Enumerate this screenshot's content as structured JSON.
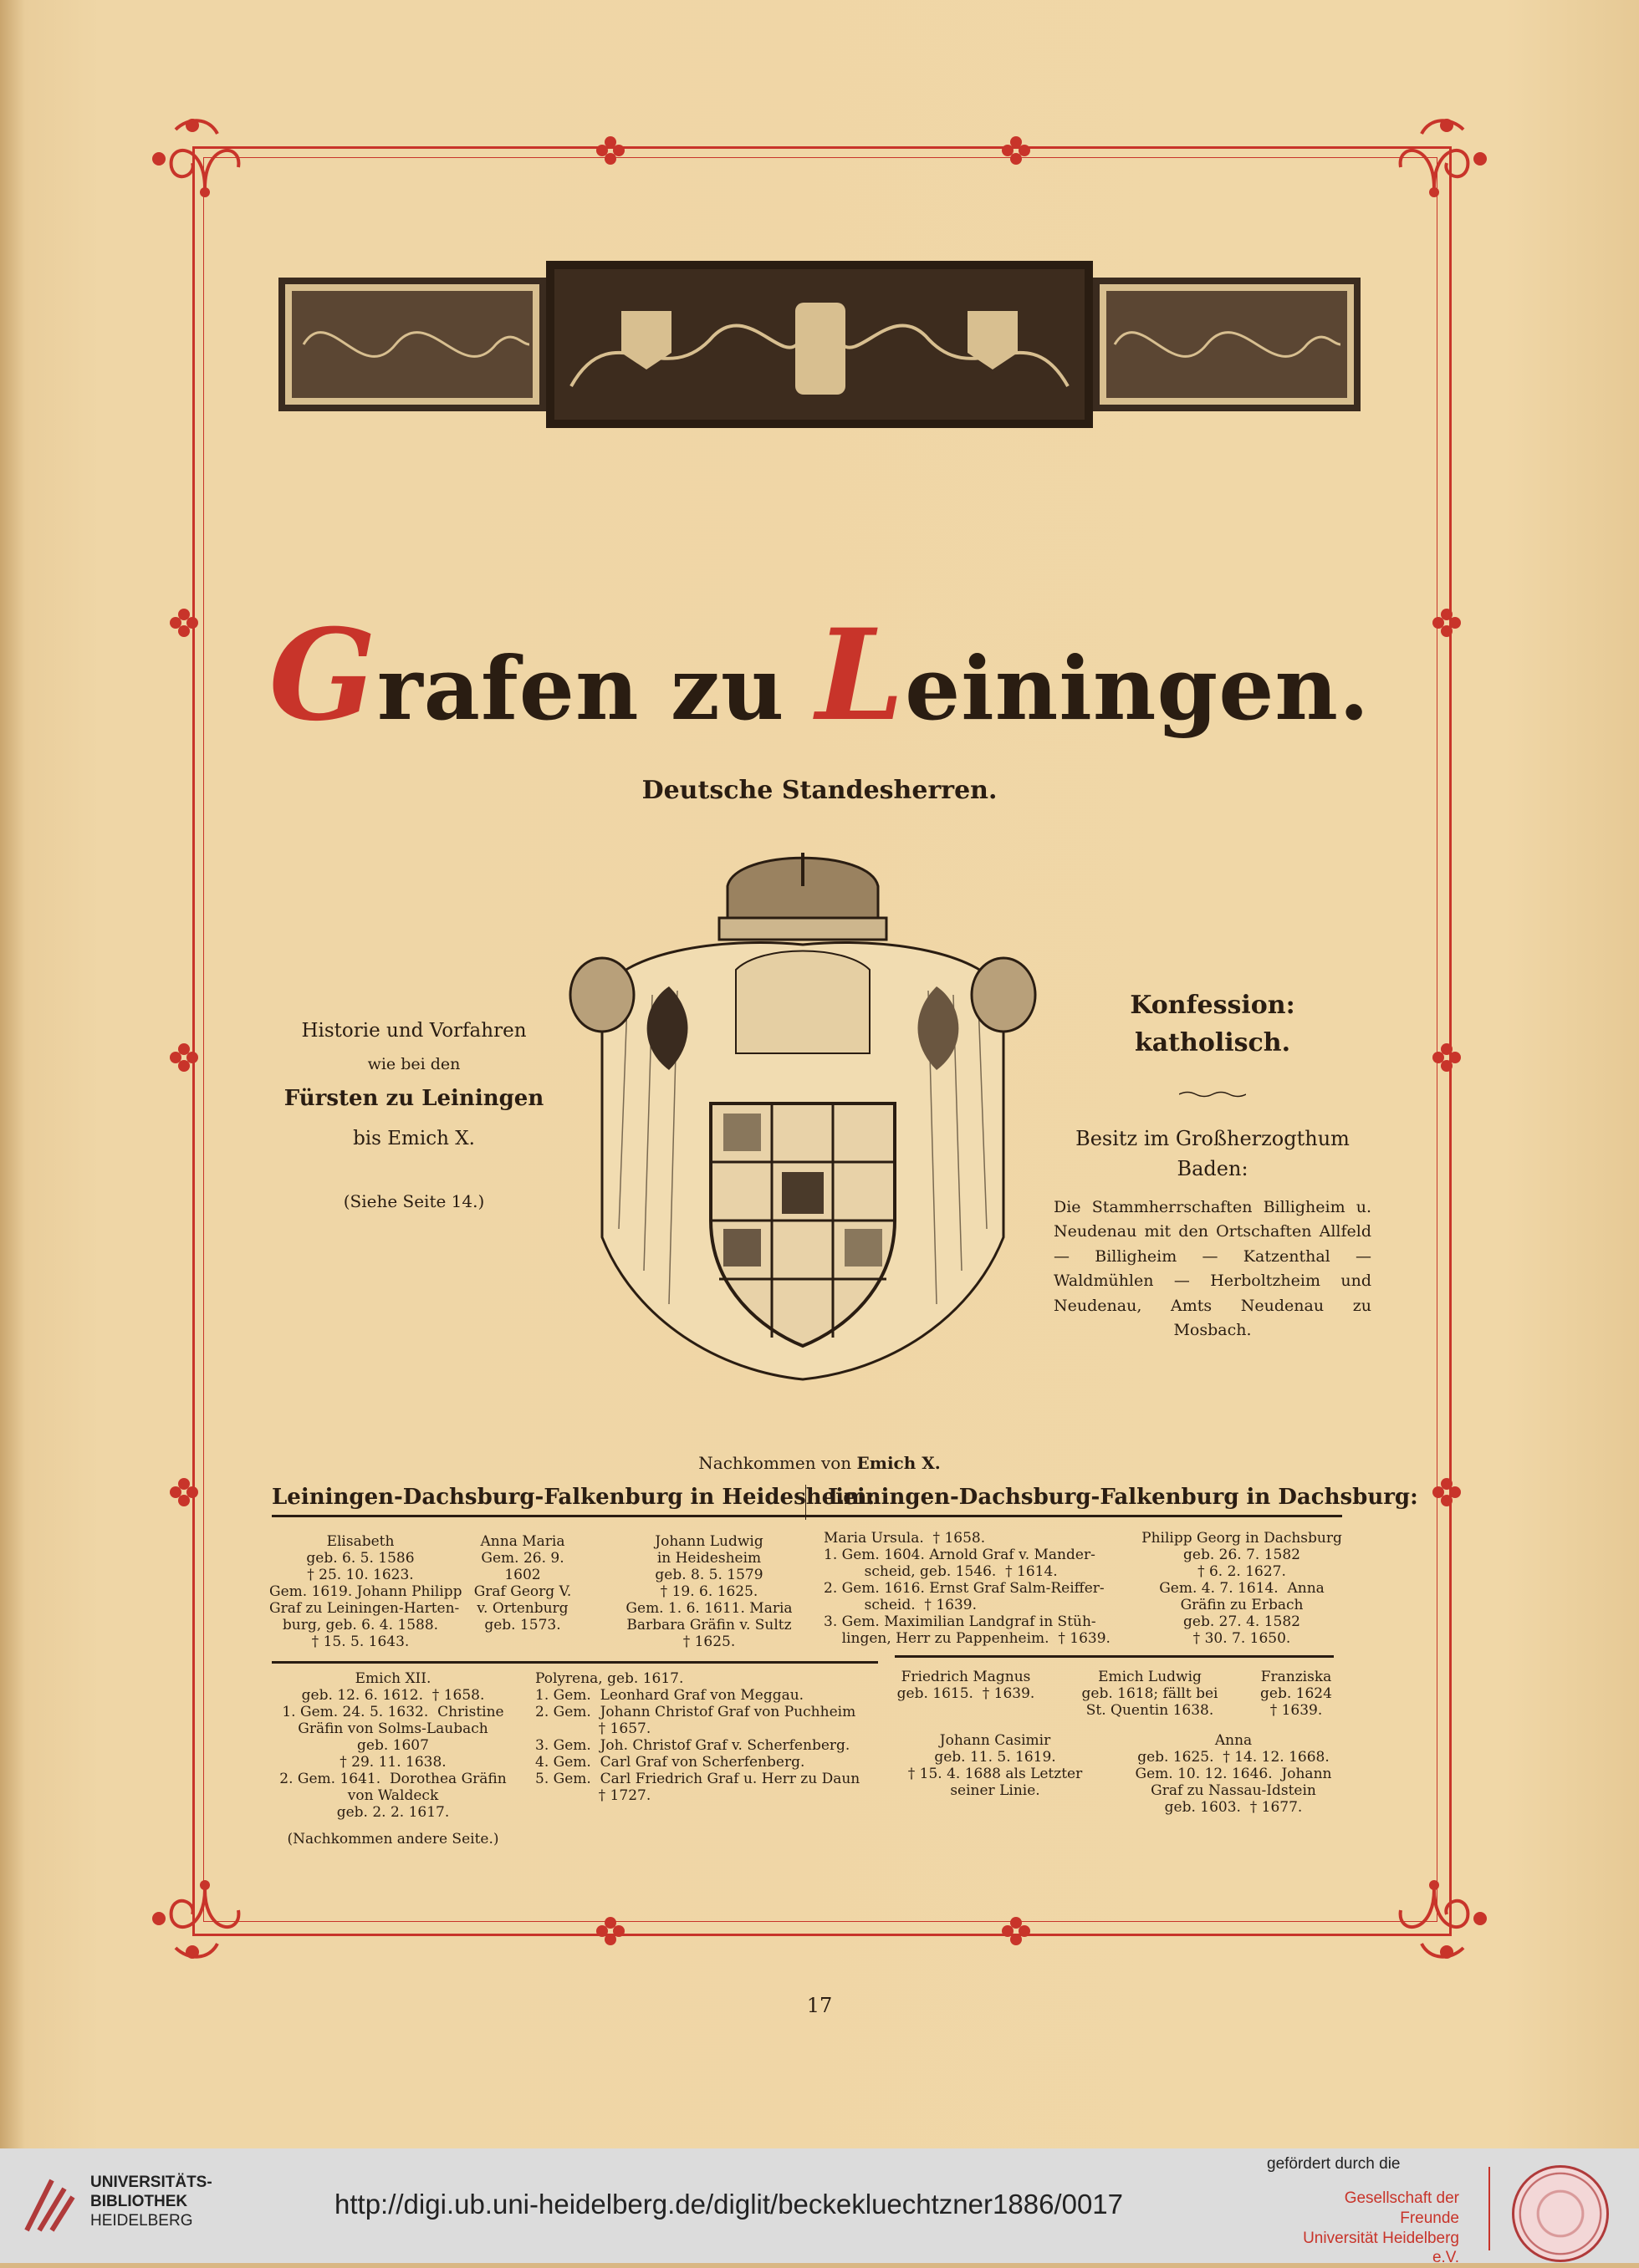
{
  "title": {
    "cap1": "G",
    "rest1": "rafen zu ",
    "cap2": "L",
    "rest2": "einingen."
  },
  "subtitle": "Deutsche Standesherren.",
  "left": {
    "l1": "Historie und Vorfahren",
    "l2": "wie bei den",
    "l3": "Fürsten zu Leiningen",
    "l4": "bis Emich X.",
    "l5": "(Siehe Seite 14.)"
  },
  "right": {
    "head": "Konfession: katholisch.",
    "sub1": "Besitz im Großherzogthum",
    "sub2": "Baden:",
    "body": "Die Stammherrschaften Billigheim u. Neudenau mit den Ortschaften Allfeld — Billigheim — Katzenthal — Waldmühlen — Herboltzheim und Neudenau, Amts Neudenau zu Mosbach."
  },
  "nachkommen": {
    "prefix": "Nachkommen von ",
    "name": "Emich X."
  },
  "headers": {
    "left": "Leiningen-Dachsburg-Falkenburg in Heidesheim:",
    "right": "Leiningen-Dachsburg-Falkenburg in Dachsburg:"
  },
  "blocks": {
    "b1": "Elisabeth\ngeb. 6. 5. 1586\n† 25. 10. 1623.\nGem. 1619. Johann Philipp\nGraf zu Leiningen-Harten-\nburg, geb. 6. 4. 1588.\n† 15. 5. 1643.",
    "b2": "Anna Maria\nGem. 26. 9.\n1602\nGraf Georg V.\nv. Ortenburg\ngeb. 1573.",
    "b3": "Johann Ludwig\nin Heidesheim\ngeb. 8. 5. 1579\n† 19. 6. 1625.\nGem. 1. 6. 1611. Maria\nBarbara Gräfin v. Sultz\n† 1625.",
    "b4": "Maria Ursula.  † 1658.\n1. Gem. 1604. Arnold Graf v. Mander-\n         scheid, geb. 1546.  † 1614.\n2. Gem. 1616. Ernst Graf Salm-Reiffer-\n         scheid.  † 1639.\n3. Gem. Maximilian Landgraf in Stüh-\n    lingen, Herr zu Pappenheim.  † 1639.",
    "b5": "Philipp Georg in Dachsburg\ngeb. 26. 7. 1582\n† 6. 2. 1627.\nGem. 4. 7. 1614.  Anna\nGräfin zu Erbach\ngeb. 27. 4. 1582\n† 30. 7. 1650.",
    "b6": "Emich XII.\ngeb. 12. 6. 1612.  † 1658.\n1. Gem. 24. 5. 1632.  Christine\nGräfin von Solms-Laubach\ngeb. 1607\n† 29. 11. 1638.\n2. Gem. 1641.  Dorothea Gräfin\nvon Waldeck\ngeb. 2. 2. 1617.",
    "b6note": "(Nachkommen andere Seite.)",
    "b7": "Polyrena, geb. 1617.\n1. Gem.  Leonhard Graf von Meggau.\n2. Gem.  Johann Christof Graf von Puchheim\n              † 1657.\n3. Gem.  Joh. Christof Graf v. Scherfenberg.\n4. Gem.  Carl Graf von Scherfenberg.\n5. Gem.  Carl Friedrich Graf u. Herr zu Daun\n              † 1727.",
    "b8": "Friedrich Magnus\ngeb. 1615.  † 1639.",
    "b9": "Emich Ludwig\ngeb. 1618; fällt bei\nSt. Quentin 1638.",
    "b10": "Franziska\ngeb. 1624\n† 1639.",
    "b11": "Johann Casimir\ngeb. 11. 5. 1619.\n† 15. 4. 1688 als Letzter\nseiner Linie.",
    "b12": "Anna\ngeb. 1625.  † 14. 12. 1668.\nGem. 10. 12. 1646.  Johann\nGraf zu Nassau-Idstein\ngeb. 1603.  † 1677."
  },
  "page_number": "17",
  "footer": {
    "lib1": "UNIVERSITÄTS-",
    "lib2": "BIBLIOTHEK",
    "lib3": "HEIDELBERG",
    "url": "http://digi.ub.uni-heidelberg.de/diglit/beckekluechtzner1886/0017",
    "sponsor": "gefördert durch die",
    "gdf1": "Gesellschaft der Freunde",
    "gdf2": "Universität Heidelberg e.V."
  },
  "colors": {
    "accent_red": "#c8342a",
    "ink": "#2a1d12",
    "paper": "#f0d7a7"
  }
}
